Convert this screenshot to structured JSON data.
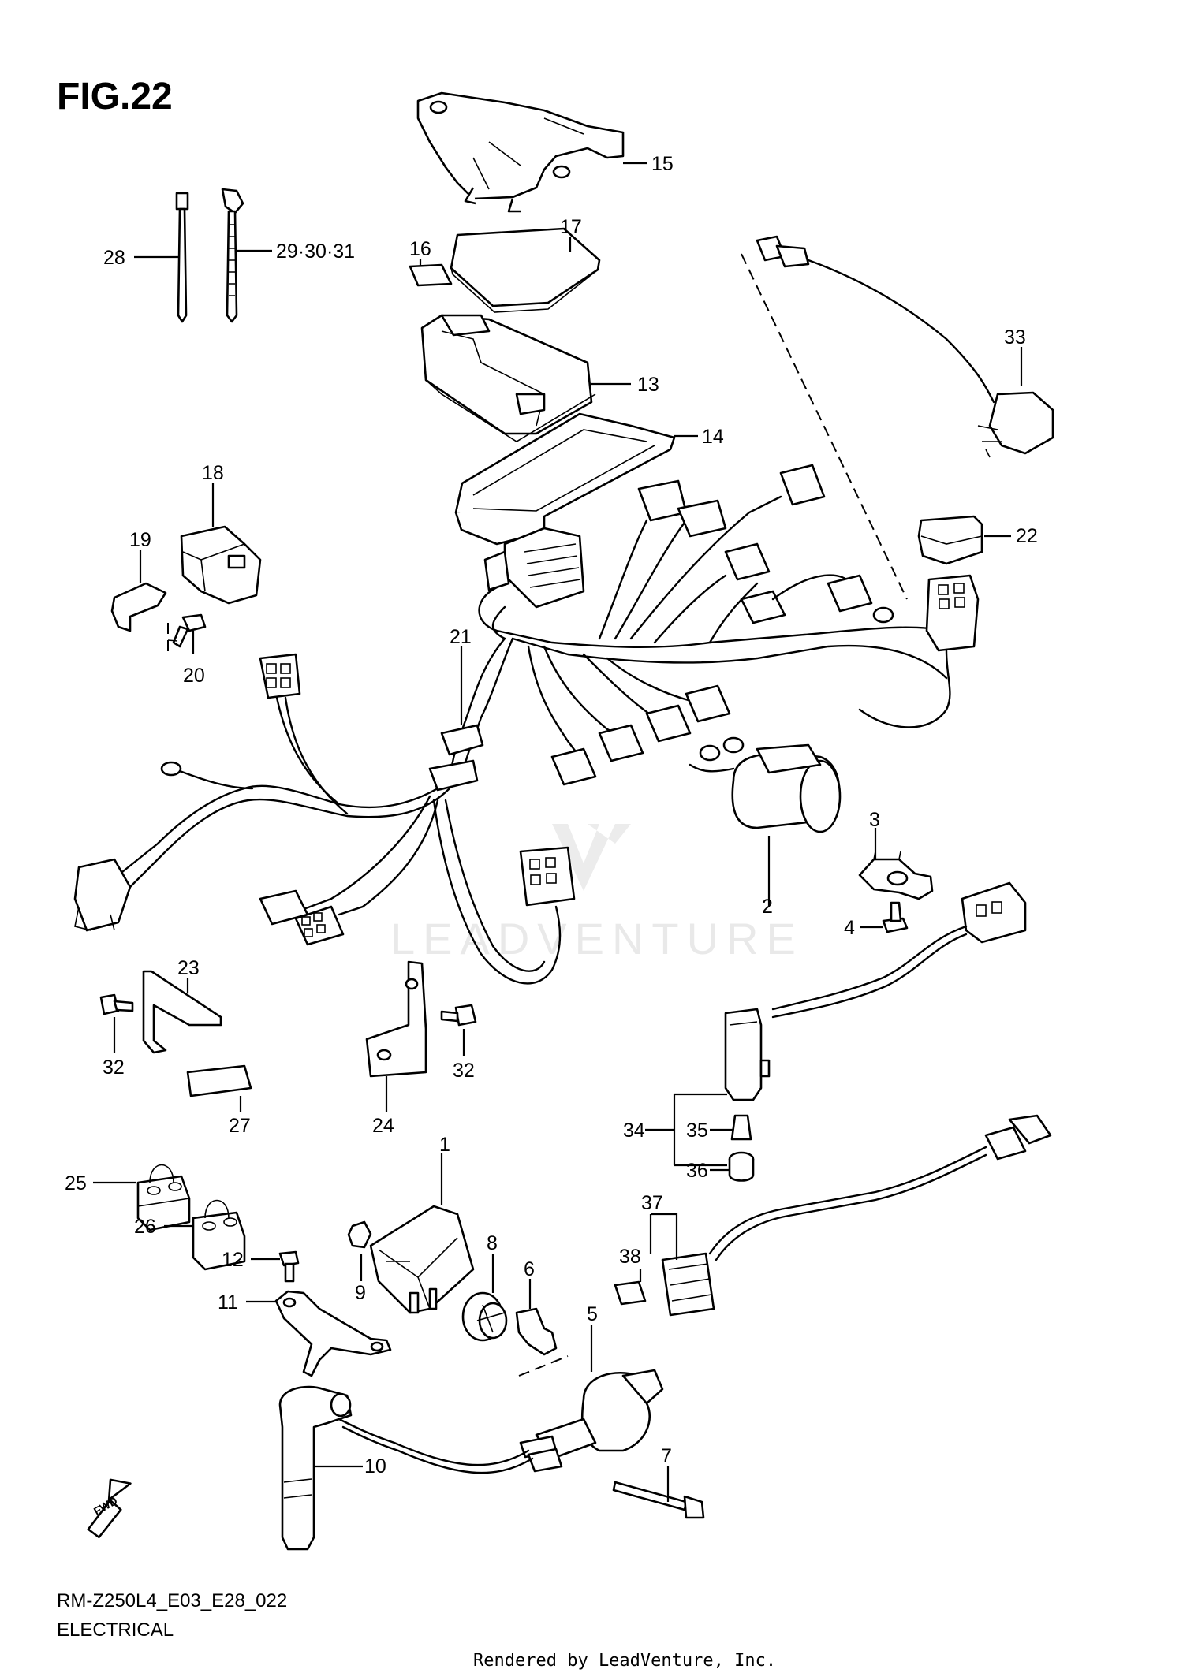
{
  "figure": {
    "title": "FIG.22",
    "model_code": "RM-Z250L4_E03_E28_022",
    "section_name": "ELECTRICAL",
    "rendered_by": "Rendered by LeadVenture, Inc.",
    "watermark": "LEADVENTURE",
    "fwd_arrow": "FWD"
  },
  "callouts": [
    {
      "id": "1",
      "text": "1"
    },
    {
      "id": "2",
      "text": "2"
    },
    {
      "id": "3",
      "text": "3"
    },
    {
      "id": "4",
      "text": "4"
    },
    {
      "id": "5",
      "text": "5"
    },
    {
      "id": "6",
      "text": "6"
    },
    {
      "id": "7",
      "text": "7"
    },
    {
      "id": "8",
      "text": "8"
    },
    {
      "id": "9",
      "text": "9"
    },
    {
      "id": "10",
      "text": "10"
    },
    {
      "id": "11",
      "text": "11"
    },
    {
      "id": "12",
      "text": "12"
    },
    {
      "id": "13",
      "text": "13"
    },
    {
      "id": "14",
      "text": "14"
    },
    {
      "id": "15",
      "text": "15"
    },
    {
      "id": "16",
      "text": "16"
    },
    {
      "id": "17",
      "text": "17"
    },
    {
      "id": "18",
      "text": "18"
    },
    {
      "id": "19",
      "text": "19"
    },
    {
      "id": "20",
      "text": "20"
    },
    {
      "id": "21",
      "text": "21"
    },
    {
      "id": "22",
      "text": "22"
    },
    {
      "id": "23",
      "text": "23"
    },
    {
      "id": "24",
      "text": "24"
    },
    {
      "id": "25",
      "text": "25"
    },
    {
      "id": "26",
      "text": "26"
    },
    {
      "id": "27",
      "text": "27"
    },
    {
      "id": "28",
      "text": "28"
    },
    {
      "id": "29-30-31",
      "text": "29·30·31"
    },
    {
      "id": "32a",
      "text": "32"
    },
    {
      "id": "32b",
      "text": "32"
    },
    {
      "id": "33",
      "text": "33"
    },
    {
      "id": "34",
      "text": "34"
    },
    {
      "id": "35",
      "text": "35"
    },
    {
      "id": "36",
      "text": "36"
    },
    {
      "id": "37",
      "text": "37"
    },
    {
      "id": "38",
      "text": "38"
    }
  ]
}
